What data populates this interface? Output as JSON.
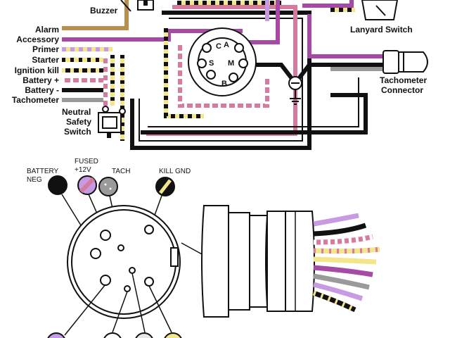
{
  "top_diagram": {
    "buzzer_label": "Buzzer",
    "wire_labels": [
      "Alarm",
      "Accessory",
      "Primer",
      "Starter",
      "Ignition kill",
      "Battery +",
      "Battery -",
      "Tachometer"
    ],
    "neutral_switch_label_lines": [
      "Neutral",
      "Safety",
      "Switch"
    ],
    "lanyard_switch_label": "Lanyard Switch",
    "tach_connector_label_lines": [
      "Tachometer",
      "Connector"
    ],
    "ignition_terminals": [
      "C",
      "A",
      "S",
      "M",
      "B"
    ]
  },
  "connector_pinout": {
    "battery_neg_lines": [
      "BATTERY",
      "NEG"
    ],
    "fused_lines": [
      "FUSED",
      "+12V"
    ],
    "tach_label": "TACH",
    "kill_gnd_label": "KILL GND"
  },
  "colors": {
    "wire_tan": "#b98f4e",
    "wire_purple": "#a54aa5",
    "wire_pink": "#d77aa0",
    "wire_black": "#111111",
    "wire_yellow": "#f2e58a",
    "wire_gray": "#9a9a9a",
    "wire_lavender": "#c79be3"
  }
}
